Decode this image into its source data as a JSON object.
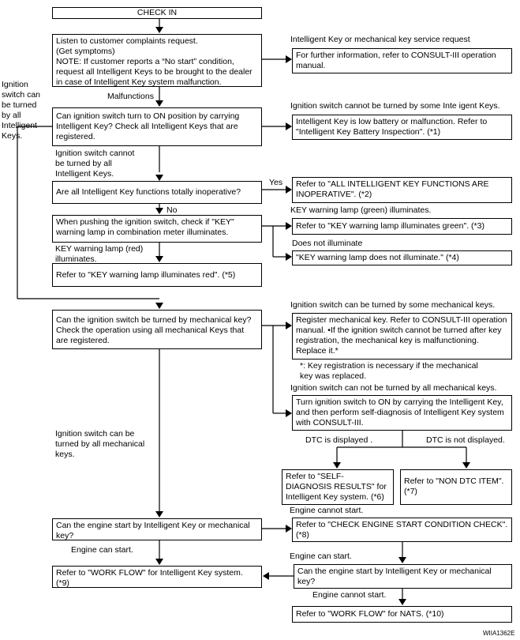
{
  "boxes": {
    "check_in": "CHECK IN",
    "listen": "Listen to customer complaints request.\n(Get symptoms)\nNOTE: If customer reports a “No start” condition, request all Intelligent Keys to be brought to the dealer in case of Intelligent Key system malfunction.",
    "further_info": "For further information, refer to CONSULT-III operation manual.",
    "can_ign_on": "Can ignition switch turn to ON position by carrying Intelligent Key? Check all Intelligent Keys that are registered.",
    "low_battery": "Intelligent Key is low battery or malfunction. Refer to \"Intelligent Key Battery Inspection\". (*1)",
    "all_inop_q": "Are all Intelligent Key functions totally inoperative?",
    "all_inop_ref": "Refer to \"ALL INTELLIGENT KEY FUNCTIONS ARE INOPERATIVE\". (*2)",
    "push_ign": "When pushing the ignition switch, check if \"KEY\" warning lamp in combination meter illuminates.",
    "green_ref": "Refer to \"KEY warning lamp illuminates green\". (*3)",
    "no_illum_ref": "\"KEY warning lamp does not illuminate.\" (*4)",
    "red_ref": "Refer to \"KEY warning lamp illuminates red\". (*5)",
    "mech_key_q": "Can the ignition switch be turned by mechanical key? Check the operation using all mechanical Keys that are registered.",
    "register_mech": "Register mechanical key. Refer to CONSULT-III operation manual. •If the ignition switch cannot be turned after key registration, the mechanical key is malfunctioning. Replace it.*",
    "self_diag": "Turn ignition switch to ON by carrying the Intelligent Key, and then perform self-diagnosis of Intelligent Key system with CONSULT-III.",
    "self_diag_results": "Refer to \"SELF-DIAGNOSIS RESULTS\" for Intelligent Key system. (*6)",
    "non_dtc": "Refer to \"NON DTC ITEM\". (*7)",
    "engine_start_q": "Can the engine start by Intelligent Key or mechanical key?",
    "check_engine": "Refer to \"CHECK ENGINE START CONDITION CHECK\". (*8)",
    "work_flow_ik": "Refer to \"WORK FLOW\" for Intelligent Key system. (*9)",
    "engine_start_q2": "Can the engine start by Intelligent Key or mechanical key?",
    "work_flow_nats": "Refer to \"WORK FLOW\" for NATS. (*10)"
  },
  "labels": {
    "service_request": "Intelligent Key or mechanical key service request",
    "ign_all_keys": "Ignition\nswitch can\nbe turned\nby all\nIntelligent\nKeys.",
    "malfunctions": "Malfunctions",
    "cannot_some": "Ignition switch cannot be turned by some Inte igent Keys.",
    "cannot_all": "Ignition switch cannot\nbe turned by all\nIntelligent Keys.",
    "yes": "Yes",
    "no": "No",
    "green_lamp": "KEY warning lamp (green) illuminates.",
    "does_not_illum": "Does not illuminate",
    "red_lamp": "KEY warning lamp (red)\nilluminates.",
    "can_some_mech": "Ignition switch can be turned by some mechanical keys.",
    "footnote": "*: Key registration is necessary if the mechanical\n    key was replaced.",
    "cannot_all_mech": "Ignition switch can not be turned by all mechanical keys.",
    "can_all_mech": "Ignition switch can be\nturned by all mechanical\nkeys.",
    "dtc_displayed": "DTC is displayed .",
    "dtc_not_displayed": "DTC is not displayed.",
    "engine_cannot_1": "Engine cannot start.",
    "engine_can_1": "Engine can start.",
    "engine_can_2": "Engine can start.",
    "engine_cannot_2": "Engine cannot start.",
    "figure_id": "WIIA1362E"
  }
}
